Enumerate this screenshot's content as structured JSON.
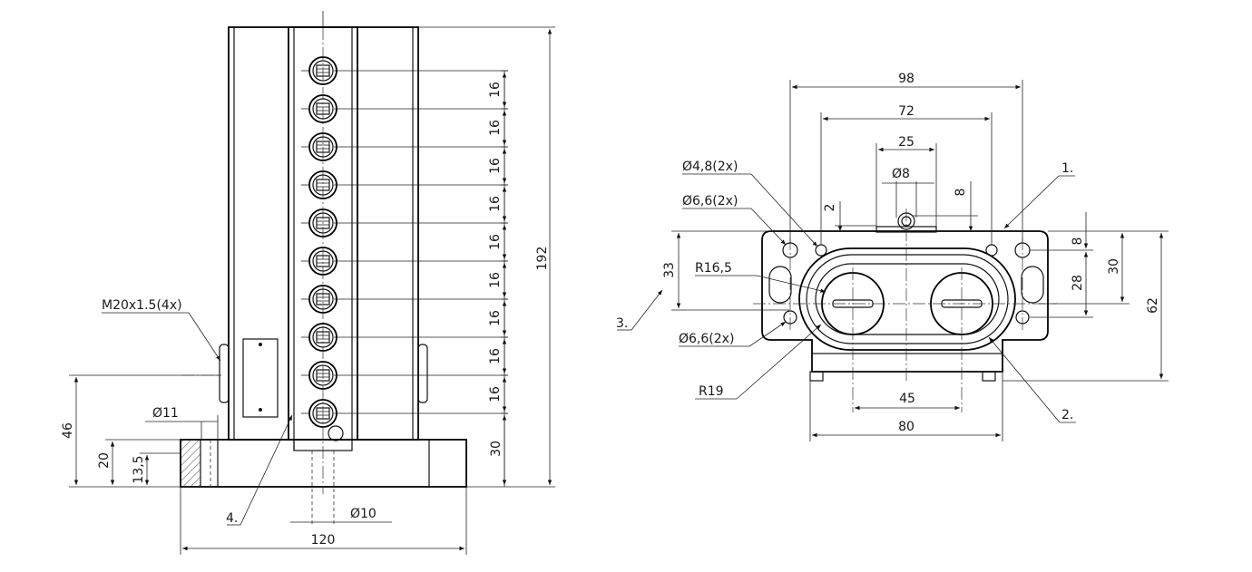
{
  "left_view": {
    "dims": {
      "height_total": "192",
      "pitch": "16",
      "bottom_offset": "30",
      "height_46": "46",
      "height_20": "20",
      "height_13_5": "13,5",
      "width_120": "120",
      "dia_11": "Ø11",
      "dia_10": "Ø10",
      "thread": "M20x1.5(4x)"
    },
    "callout_4": "4.",
    "valve_count": 10
  },
  "right_view": {
    "dims": {
      "w98": "98",
      "w72": "72",
      "w25": "25",
      "d8": "Ø8",
      "dia_4_8": "Ø4,8(2x)",
      "dia_6_6_top": "Ø6,6(2x)",
      "dia_6_6_bottom": "Ø6,6(2x)",
      "r16_5": "R16,5",
      "r19": "R19",
      "h33": "33",
      "h2": "2",
      "h8_top": "8",
      "h8_right": "8",
      "h28": "28",
      "h30": "30",
      "h62": "62",
      "w45": "45",
      "w80": "80"
    },
    "callouts": {
      "c1": "1.",
      "c2": "2.",
      "c3": "3."
    }
  }
}
